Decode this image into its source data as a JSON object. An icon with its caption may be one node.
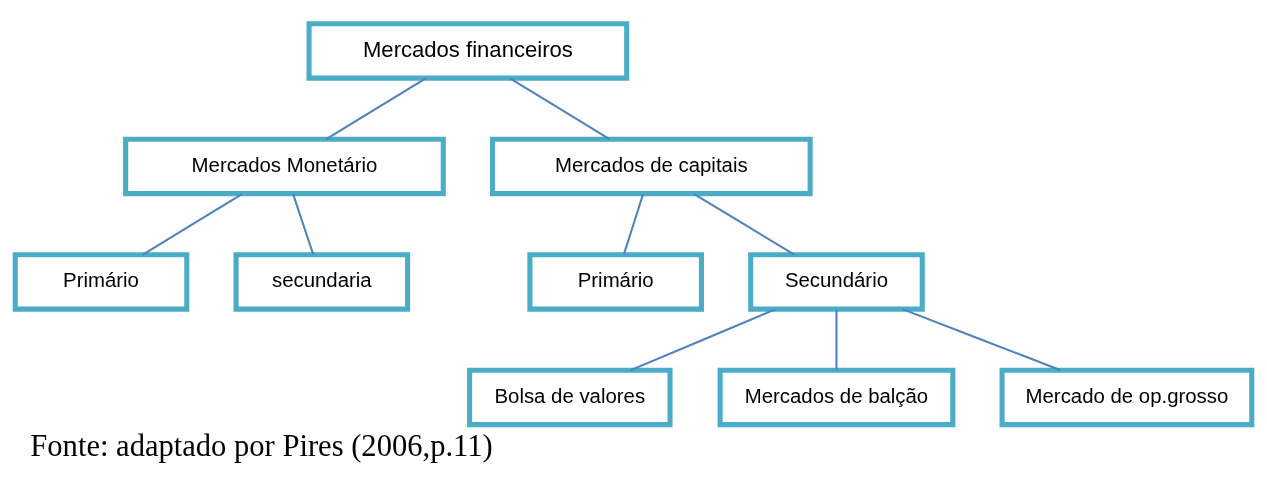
{
  "diagram": {
    "caption": "Fonte: adaptado por Pires (2006,p.11)",
    "nodes": [
      {
        "text": [
          "Mercados financeiros"
        ]
      },
      {
        "text": [
          "Mercados Monetário"
        ]
      },
      {
        "text": [
          "Mercados de capitais"
        ]
      },
      {
        "text": [
          "Primário"
        ]
      },
      {
        "text": [
          "secundaria"
        ]
      },
      {
        "text": [
          "Primário"
        ]
      },
      {
        "text": [
          "Secundário"
        ]
      },
      {
        "text": [
          "Bolsa de valores"
        ]
      },
      {
        "text": [
          "Mercados de balção"
        ]
      },
      {
        "text": [
          "Mercado de op.grosso"
        ]
      }
    ],
    "edges": [
      {
        "from": 0,
        "to": 1,
        "arrow": "none"
      },
      {
        "from": 0,
        "to": 2,
        "arrow": "none"
      },
      {
        "from": 1,
        "to": 3,
        "arrow": "none"
      },
      {
        "from": 1,
        "to": 4,
        "arrow": "none"
      },
      {
        "from": 2,
        "to": 5,
        "arrow": "none"
      },
      {
        "from": 2,
        "to": 6,
        "arrow": "none"
      },
      {
        "from": 6,
        "to": 7,
        "arrow": "none"
      },
      {
        "from": 6,
        "to": 8,
        "arrow": "none"
      },
      {
        "from": 6,
        "to": 9,
        "arrow": "none"
      }
    ]
  }
}
